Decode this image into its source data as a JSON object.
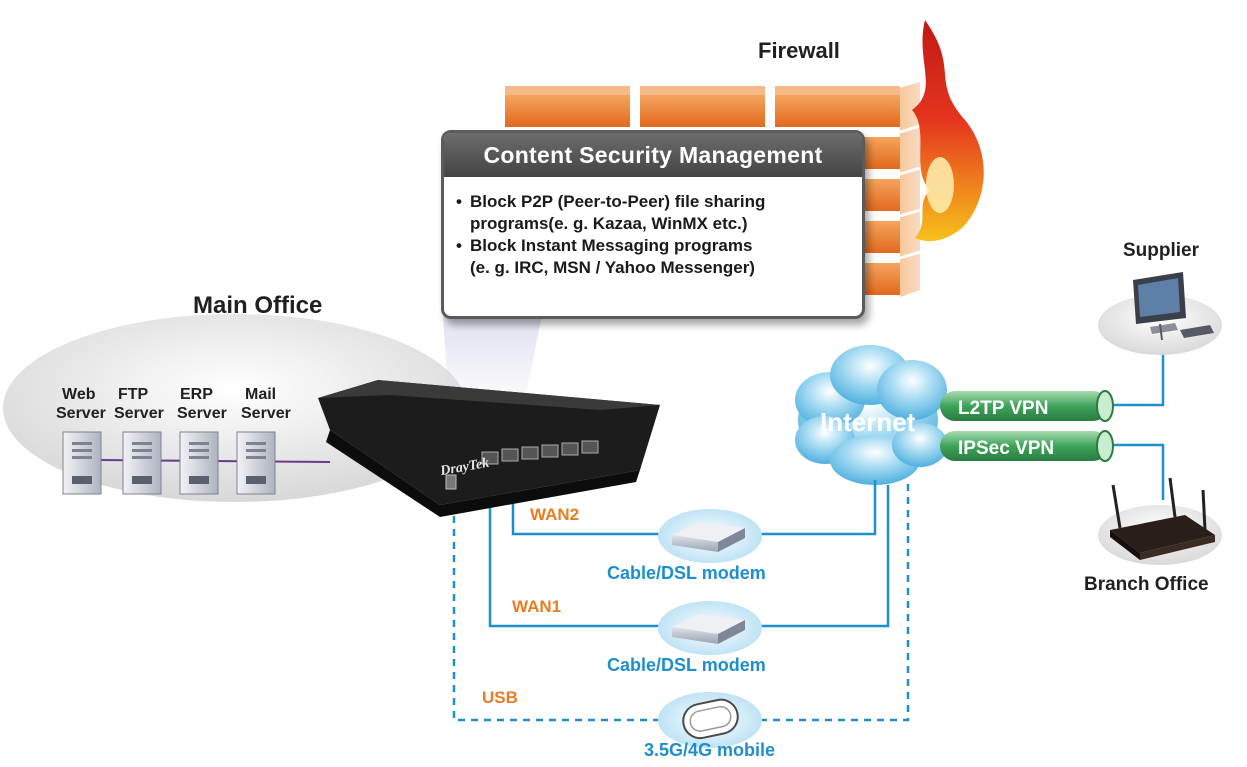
{
  "labels": {
    "firewall": "Firewall",
    "main_office": "Main Office",
    "supplier": "Supplier",
    "branch_office": "Branch Office",
    "internet": "Internet",
    "l2tp_vpn": "L2TP VPN",
    "ipsec_vpn": "IPSec VPN",
    "wan2": "WAN2",
    "wan1": "WAN1",
    "usb": "USB",
    "modem_top": "Cable/DSL modem",
    "modem_bottom": "Cable/DSL modem",
    "mobile": "3.5G/4G mobile",
    "router_brand": "DrayTek"
  },
  "servers": [
    {
      "line1": "Web",
      "line2": "Server"
    },
    {
      "line1": "FTP",
      "line2": "Server"
    },
    {
      "line1": "ERP",
      "line2": "Server"
    },
    {
      "line1": "Mail",
      "line2": "Server"
    }
  ],
  "content_security": {
    "title": "Content Security Management",
    "bullet": "•",
    "items": [
      {
        "line1": "Block P2P (Peer-to-Peer) file sharing",
        "line2": "programs(e. g. Kazaa, WinMX etc.)"
      },
      {
        "line1": "Block Instant Messaging programs",
        "line2": "(e. g. IRC, MSN / Yahoo Messenger)"
      }
    ]
  },
  "colors": {
    "link_blue": "#1e8fcd",
    "wan_orange": "#ea7d22",
    "vpn_green": "#3ea35a",
    "cloud_blue": "#6ec3ea",
    "brick_orange": "#ec7d2c",
    "router_black": "#1c1c1c"
  },
  "icons": {
    "servers": "server-tower-icon",
    "router": "router-icon",
    "modem": "modem-icon",
    "mobile": "usb-mobile-dongle-icon",
    "computer": "desktop-computer-icon",
    "branch_router": "wireless-router-icon",
    "flame": "flame-icon"
  }
}
